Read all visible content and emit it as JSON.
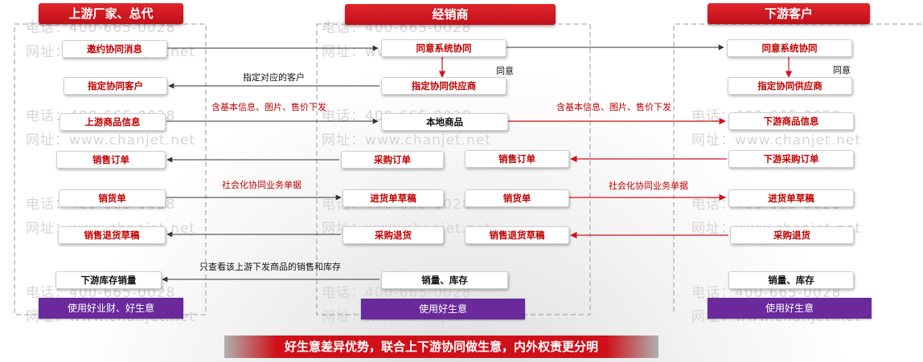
{
  "columns": {
    "upstream": {
      "title": "上游厂家、总代",
      "footer": "使用好业财、好生意"
    },
    "dealer": {
      "title": "经销商",
      "footer": "使用好生意"
    },
    "downstream": {
      "title": "下游客户",
      "footer": "使用好生意"
    }
  },
  "nodes": {
    "u_invite": "邀约协同消息",
    "u_customer": "指定协同客户",
    "u_goods": "上游商品信息",
    "u_order": "销售订单",
    "u_delivery": "销货单",
    "u_return": "销售退货草稿",
    "u_stock": "下游库存销量",
    "d_agree": "同意系统协同",
    "d_supplier": "指定协同供应商",
    "d_goods": "本地商品",
    "d_purchase": "采购订单",
    "d_receipt": "进货单草稿",
    "d_return": "采购退货",
    "d_sales": "销量、库存",
    "d_order": "销售订单",
    "d_delivery": "销货单",
    "d_salesreturn": "销售退货草稿",
    "c_agree": "同意系统协同",
    "c_supplier": "指定协同供应商",
    "c_goods": "下游商品信息",
    "c_purchase": "下游采购订单",
    "c_receipt": "进货单草稿",
    "c_return": "采购退货",
    "c_sales": "销量、库存"
  },
  "labels": {
    "agree_1": "同意",
    "agree_2": "同意",
    "assign_customer": "指定对应的客户",
    "goods_info_1": "含基本信息、图片、售价下发",
    "goods_info_2": "含基本信息、图片、售价下发",
    "social_1": "社会化协同业务单据",
    "social_2": "社会化协同业务单据",
    "view_only": "只查看该上游下发商品的销售和库存"
  },
  "watermark": {
    "phone": "电话：400-665-0028",
    "site": "网址：www.chanjet.net"
  },
  "banner": "好生意差异优势，联合上下游协同做生意，内外权责更分明",
  "colors": {
    "accent_red": "#d0121b",
    "purple": "#6a2a9b"
  }
}
